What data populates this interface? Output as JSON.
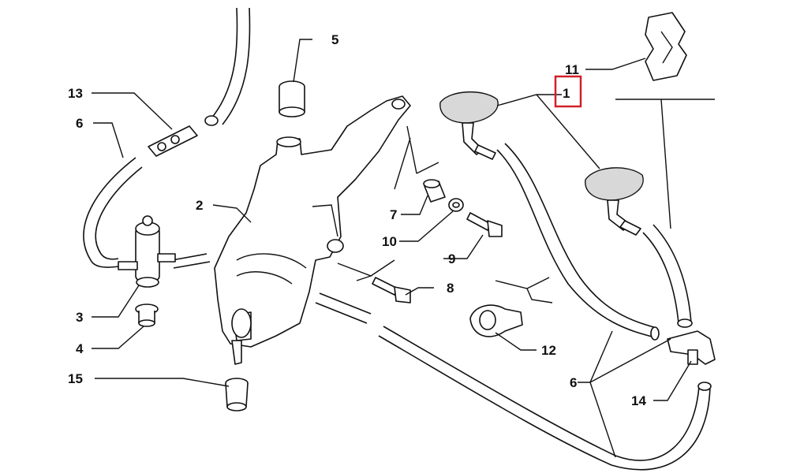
{
  "diagram": {
    "labels": [
      {
        "id": "1",
        "text": "1",
        "highlighted": true
      },
      {
        "id": "2",
        "text": "2"
      },
      {
        "id": "3",
        "text": "3"
      },
      {
        "id": "4",
        "text": "4"
      },
      {
        "id": "5",
        "text": "5"
      },
      {
        "id": "6a",
        "text": "6"
      },
      {
        "id": "6b",
        "text": "6"
      },
      {
        "id": "7",
        "text": "7"
      },
      {
        "id": "8",
        "text": "8"
      },
      {
        "id": "9",
        "text": "9"
      },
      {
        "id": "10",
        "text": "10"
      },
      {
        "id": "11",
        "text": "11"
      },
      {
        "id": "12",
        "text": "12"
      },
      {
        "id": "13",
        "text": "13"
      },
      {
        "id": "14",
        "text": "14"
      },
      {
        "id": "15",
        "text": "15"
      }
    ],
    "highlight_color": "#d0202a",
    "line_color": "#111111"
  }
}
